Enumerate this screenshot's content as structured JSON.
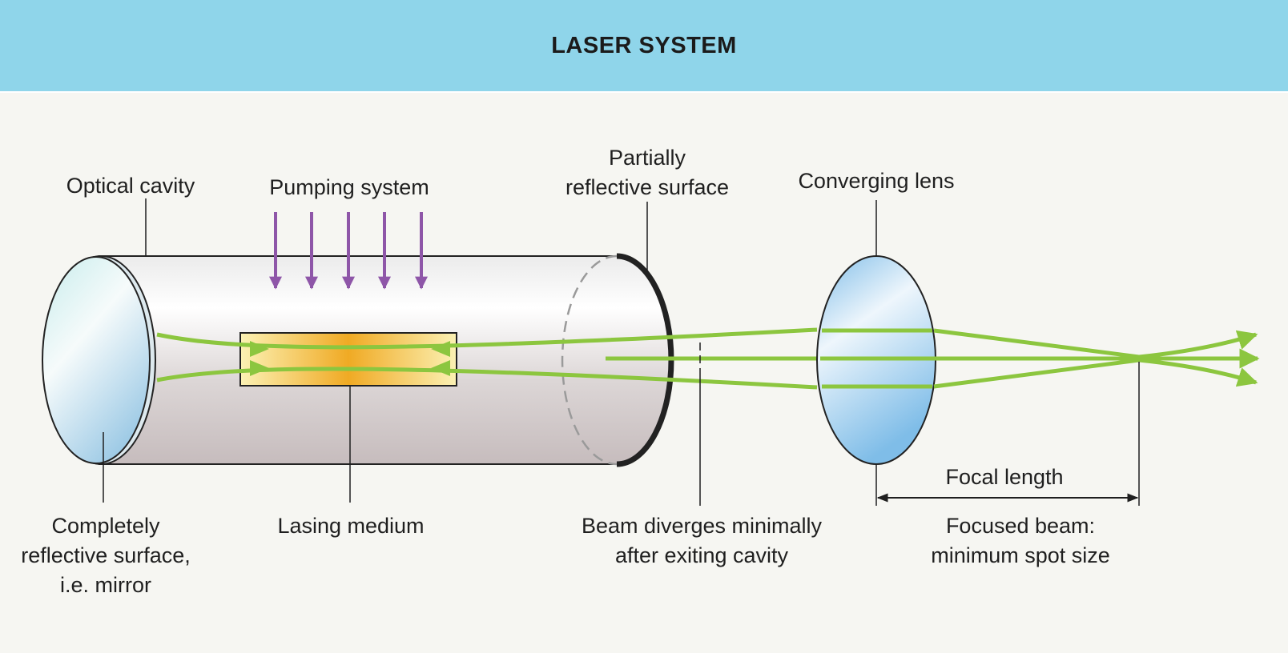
{
  "title": "LASER SYSTEM",
  "labels": {
    "optical_cavity": "Optical cavity",
    "pumping_system": "Pumping system",
    "partially_reflective_1": "Partially",
    "partially_reflective_2": "reflective surface",
    "converging_lens": "Converging lens",
    "mirror_1": "Completely",
    "mirror_2": "reflective surface,",
    "mirror_3": "i.e. mirror",
    "lasing_medium": "Lasing medium",
    "beam_diverges_1": "Beam diverges minimally",
    "beam_diverges_2": "after exiting cavity",
    "focal_length": "Focal length",
    "focused_beam_1": "Focused beam:",
    "focused_beam_2": "minimum spot size"
  },
  "colors": {
    "header_bg": "#8fd5ea",
    "beam": "#8cc63f",
    "pump_arrow": "#8e56a8",
    "lasing_medium": "#f2b22a",
    "lens": "#8cc8ec",
    "cavity": "#d6d0d0"
  }
}
